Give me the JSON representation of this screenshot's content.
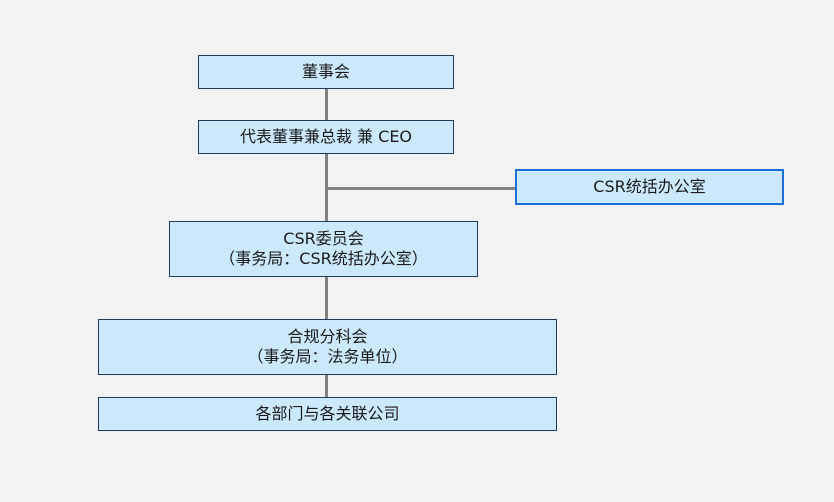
{
  "diagram": {
    "nodes": {
      "board": {
        "line1": "董事会"
      },
      "ceo": {
        "line1": "代表董事兼总裁 兼 CEO"
      },
      "csr_office": {
        "line1": "CSR统括办公室"
      },
      "csr_committee": {
        "line1": "CSR委员会",
        "line2": "（事务局：CSR统括办公室）"
      },
      "compliance": {
        "line1": "合规分科会",
        "line2": "（事务局：法务单位）"
      },
      "departments": {
        "line1": "各部门与各关联公司"
      }
    },
    "edges": [
      {
        "from": "board",
        "to": "ceo"
      },
      {
        "from": "ceo",
        "to": "csr_committee"
      },
      {
        "from": "ceo",
        "to": "csr_office"
      },
      {
        "from": "csr_committee",
        "to": "compliance"
      },
      {
        "from": "compliance",
        "to": "departments"
      }
    ]
  },
  "colors": {
    "background": "#f2f2f2",
    "node_fill": "#cce9fb",
    "node_border": "#1f3a5c",
    "highlight_border": "#1a6fd8",
    "connector": "#808080"
  }
}
